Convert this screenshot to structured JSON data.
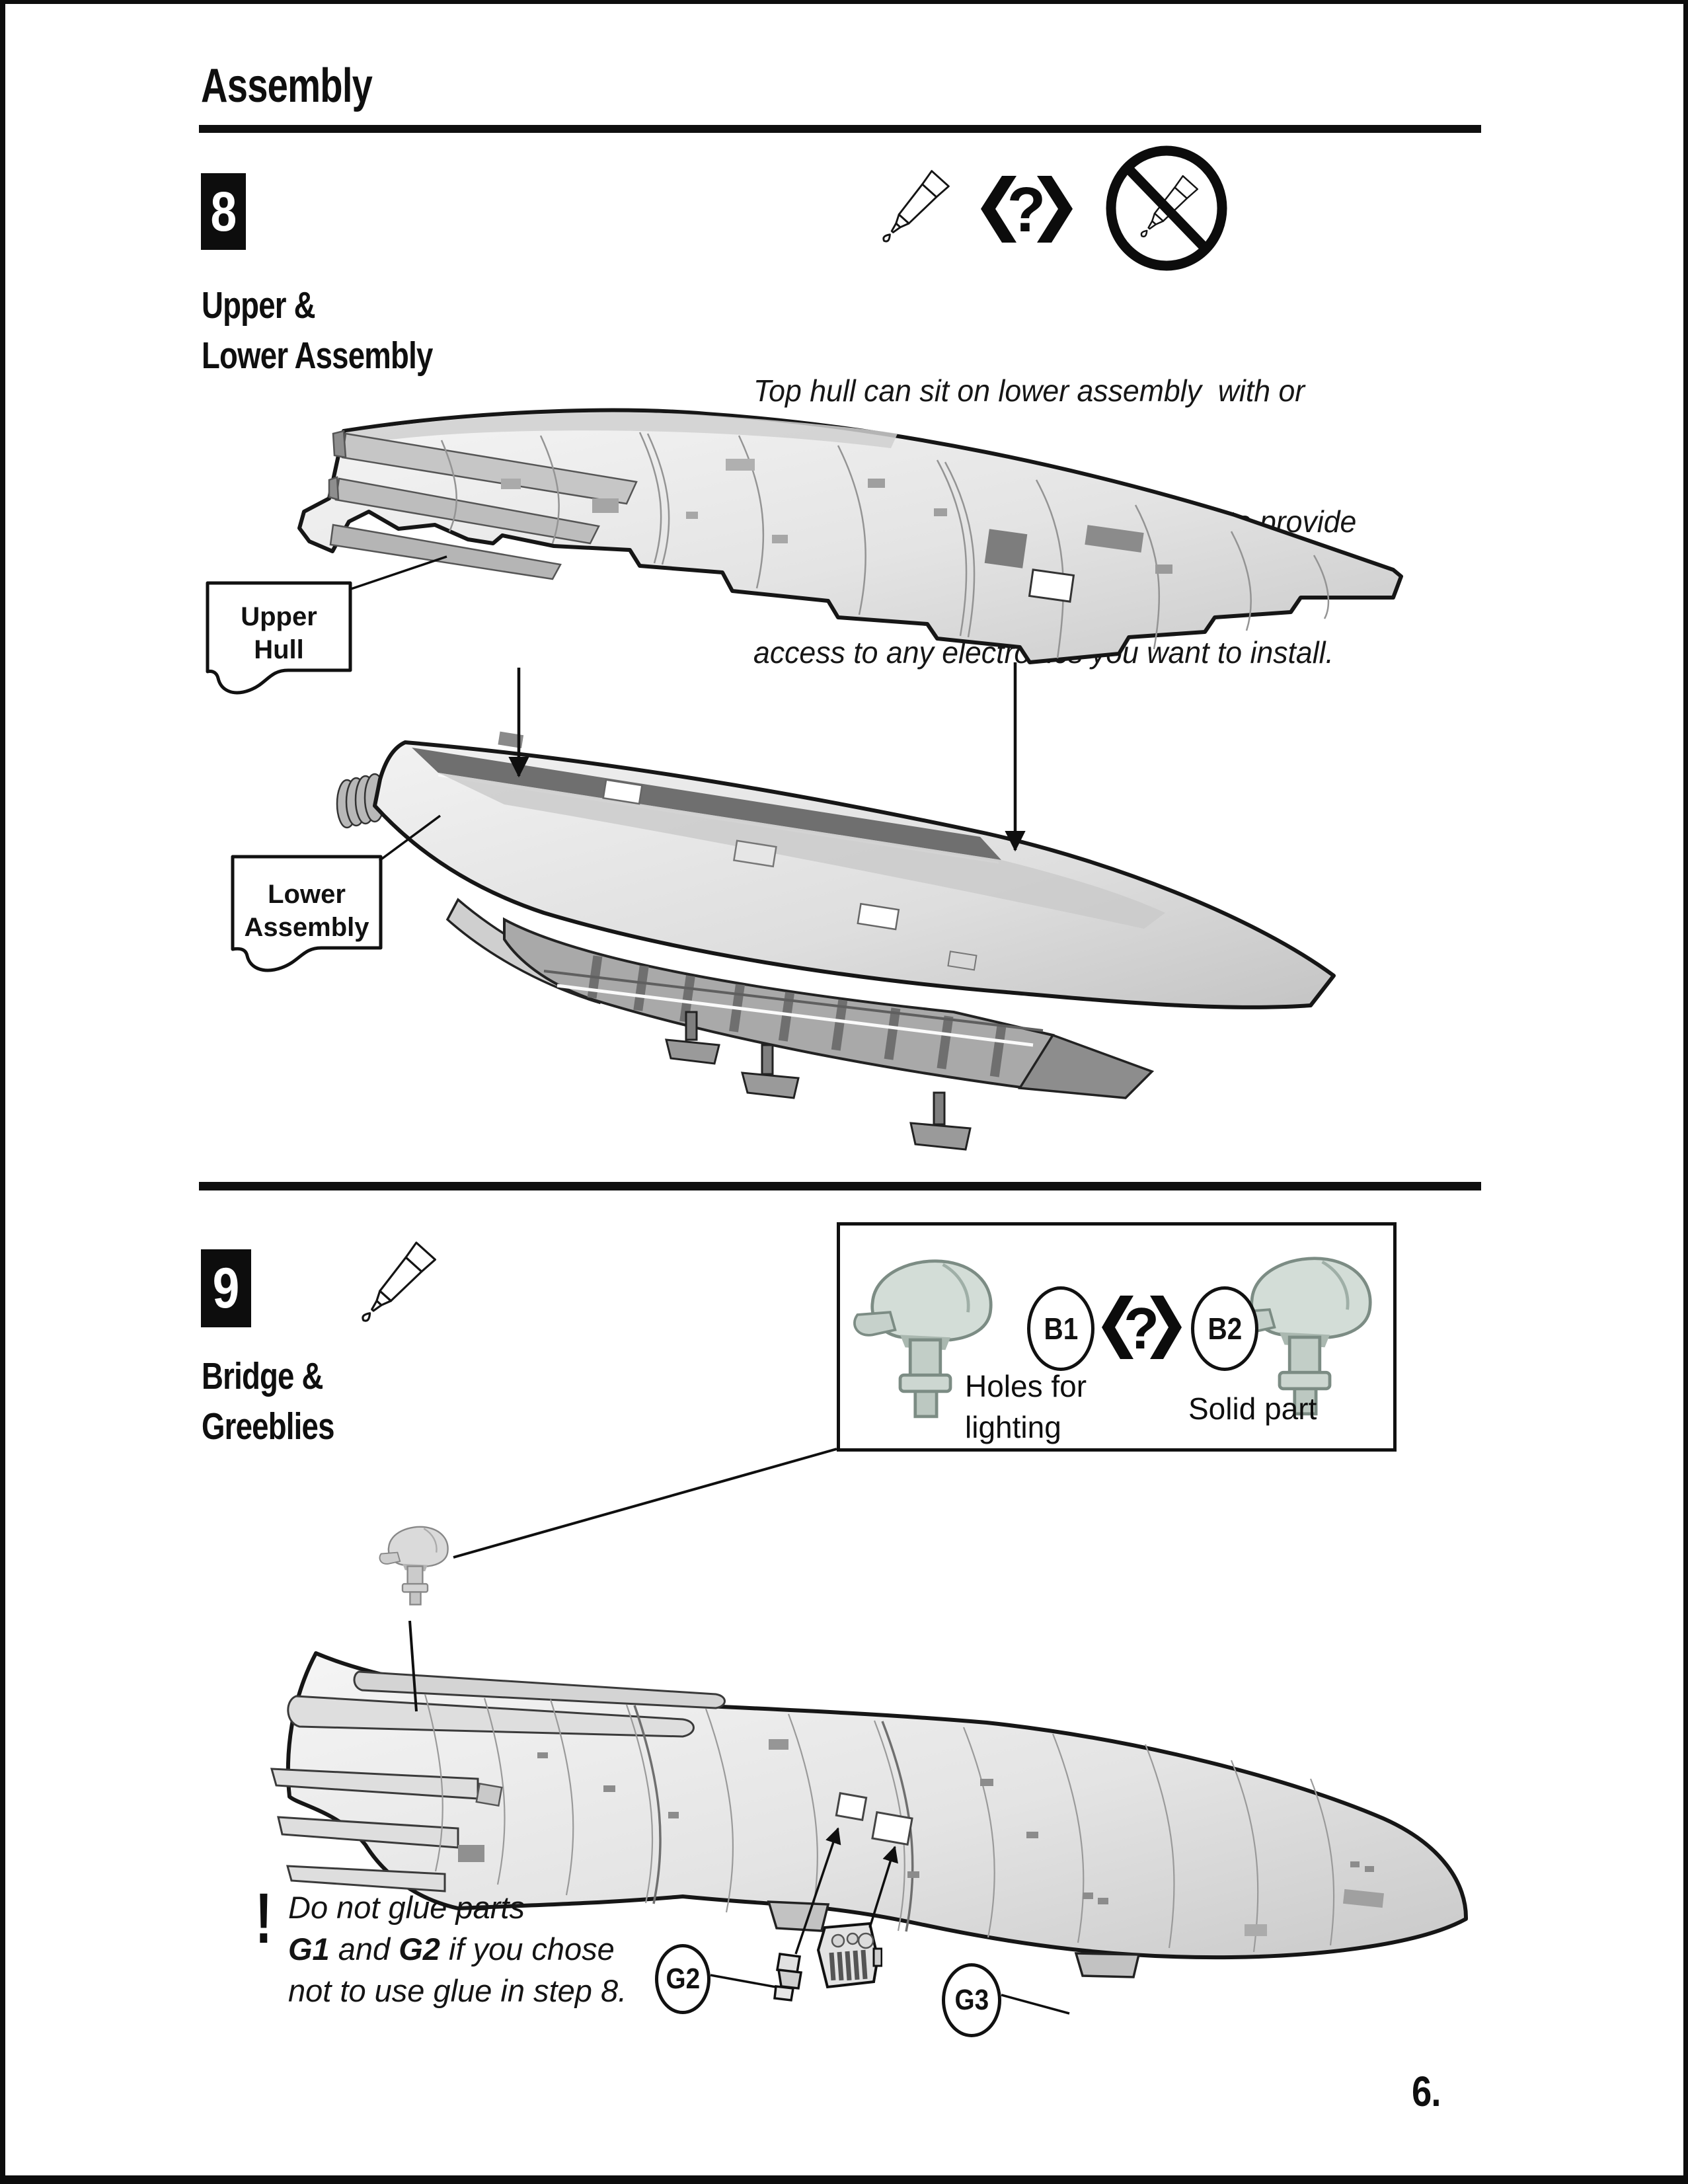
{
  "header": {
    "title": "Assembly"
  },
  "footer": {
    "page_number": "6."
  },
  "icons": {
    "glue": "glue-tube-icon",
    "optional": "optional-choice-icon",
    "no_glue": "no-glue-icon",
    "warning": "exclamation-mark"
  },
  "step8": {
    "number": "8",
    "title_line1": "Upper &",
    "title_line2": "Lower Assembly",
    "choice_mark": "?",
    "note_line1": "Top hull can sit on lower assembly  with or",
    "note_line2": "without glue. Without may be useful to provide",
    "note_line3": "access to any electronics you want to install.",
    "callout_upper_line1": "Upper",
    "callout_upper_line2": "Hull",
    "callout_lower_line1": "Lower",
    "callout_lower_line2": "Assembly"
  },
  "step9": {
    "number": "9",
    "title_line1": "Bridge &",
    "title_line2": "Greeblies",
    "parts_box": {
      "part1_id": "B1",
      "part2_id": "B2",
      "choice_mark": "?",
      "part1_caption_line1": "Holes for",
      "part1_caption_line2": "lighting",
      "part2_caption": "Solid part"
    },
    "warning": {
      "mark": "!",
      "line1": "Do not glue parts",
      "bold1": "G1",
      "mid": " and ",
      "bold2": "G2",
      "tail": " if you chose",
      "line3": "not to use glue in step 8."
    },
    "callout_g2": "G2",
    "callout_g3": "G3"
  },
  "colors": {
    "ink": "#111111",
    "hull_light": "#f2f2f2",
    "hull_mid": "#d6d6d6",
    "hull_dark": "#8f8f8f",
    "part_tint": "#cbd6d0"
  }
}
